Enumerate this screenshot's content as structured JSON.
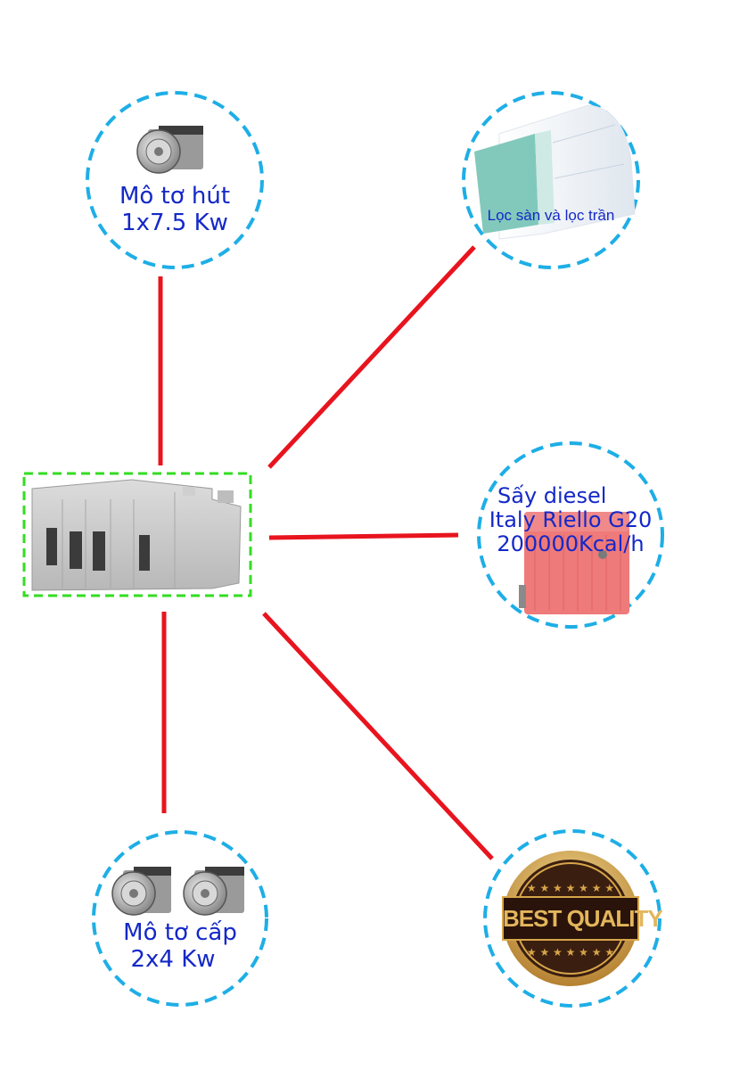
{
  "nodes": {
    "suction_motor": {
      "line1": "Mô tơ hút",
      "line2": "1x7.5 Kw"
    },
    "filters": {
      "label": "Lọc sàn và lọc trần"
    },
    "dryer": {
      "line1": "Sấy diesel",
      "line2": "Italy Riello G20",
      "line3": "200000Kcal/h"
    },
    "supply_motor": {
      "line1": "Mô tơ cấp",
      "line2": "2x4 Kw"
    },
    "quality_badge": {
      "text": "BEST QUALITY"
    }
  },
  "colors": {
    "connector": "#e8141e",
    "circle_border": "#1eaee6",
    "booth_border": "#33dd22",
    "label": "#1428c8",
    "burner": "#ef7a7a",
    "badge_gold": "#d7a64a",
    "badge_dark": "#3a1e10"
  },
  "icons": [
    "blower-fan-icon",
    "filter-roll-icon",
    "diesel-burner-icon",
    "spray-booth-icon",
    "best-quality-badge-icon"
  ]
}
